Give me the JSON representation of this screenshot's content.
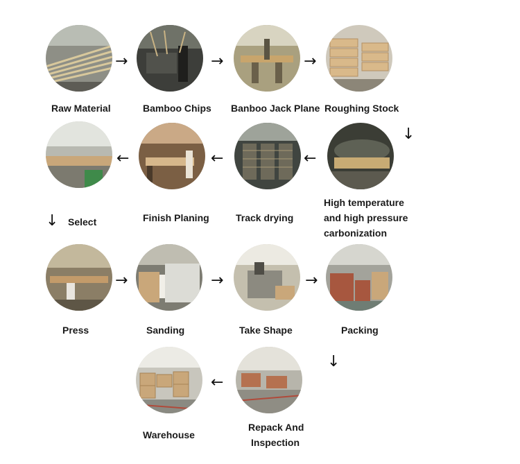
{
  "steps": [
    {
      "label": "Raw Material"
    },
    {
      "label": "Bamboo Chips"
    },
    {
      "label": "Banboo Jack Plane"
    },
    {
      "label": "Roughing Stock"
    },
    {
      "label": "High temperature and high pressure carbonization",
      "lines": [
        "High temperature",
        "and high pressure",
        "carbonization"
      ]
    },
    {
      "label": "Track drying"
    },
    {
      "label": "Finish Planing"
    },
    {
      "label": "Select"
    },
    {
      "label": "Press"
    },
    {
      "label": "Sanding"
    },
    {
      "label": "Take Shape"
    },
    {
      "label": "Packing"
    },
    {
      "label": "Repack And Inspection",
      "lines": [
        "Repack And",
        "Inspection"
      ]
    },
    {
      "label": "Warehouse"
    }
  ],
  "arrows": {
    "right": "→",
    "left": "←",
    "down": "↓"
  },
  "colors": {
    "text": "#1a1a1a",
    "wood": "#c9a77a",
    "factory": "#6b6f63",
    "floor_red": "#b04a3a"
  }
}
